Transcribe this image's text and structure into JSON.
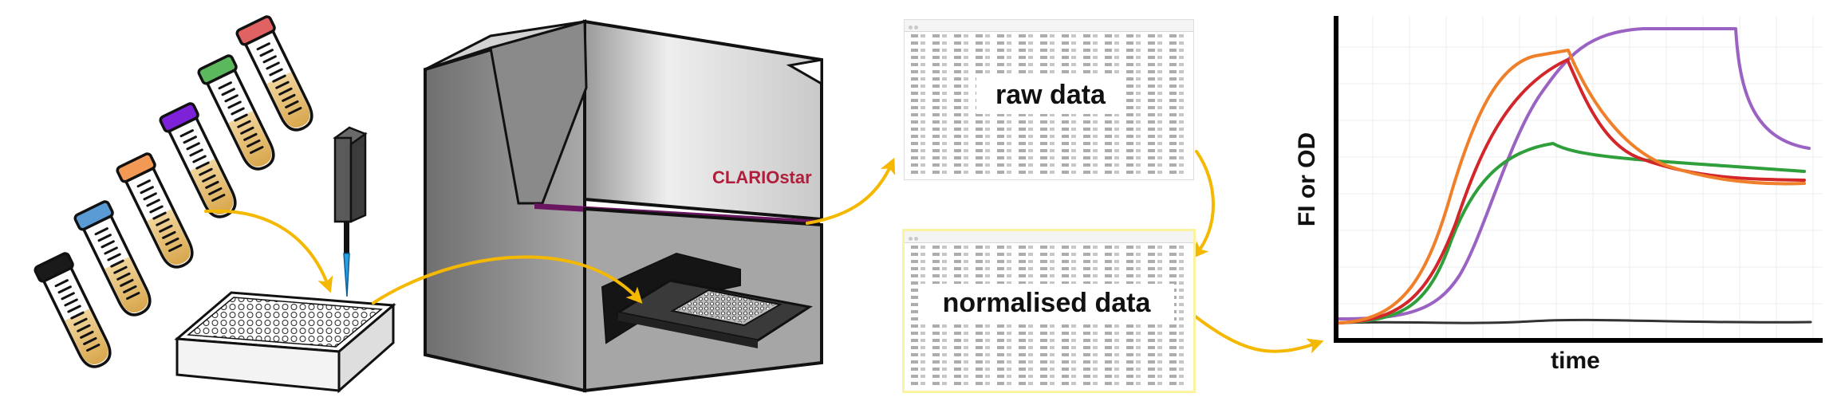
{
  "instrument": {
    "brand_label": "CLARIOstar"
  },
  "raw_sheet": {
    "label": "raw data"
  },
  "norm_sheet": {
    "label": "normalised data"
  },
  "plot": {
    "ylabel": "FI or OD",
    "xlabel": "time"
  },
  "colors": {
    "accent_arrow": "#f5b800",
    "brand": "#b01e3c",
    "purple": "#9a62c2",
    "orange": "#f07f2a",
    "red": "#d3262a",
    "green": "#2e9f3a",
    "baseline": "#333333"
  },
  "tubes": [
    {
      "cap_color": "#1a1a1a"
    },
    {
      "cap_color": "#5a9bd6"
    },
    {
      "cap_color": "#f29a55"
    },
    {
      "cap_color": "#7d22d9"
    },
    {
      "cap_color": "#5cb85c"
    },
    {
      "cap_color": "#e06262"
    }
  ]
}
